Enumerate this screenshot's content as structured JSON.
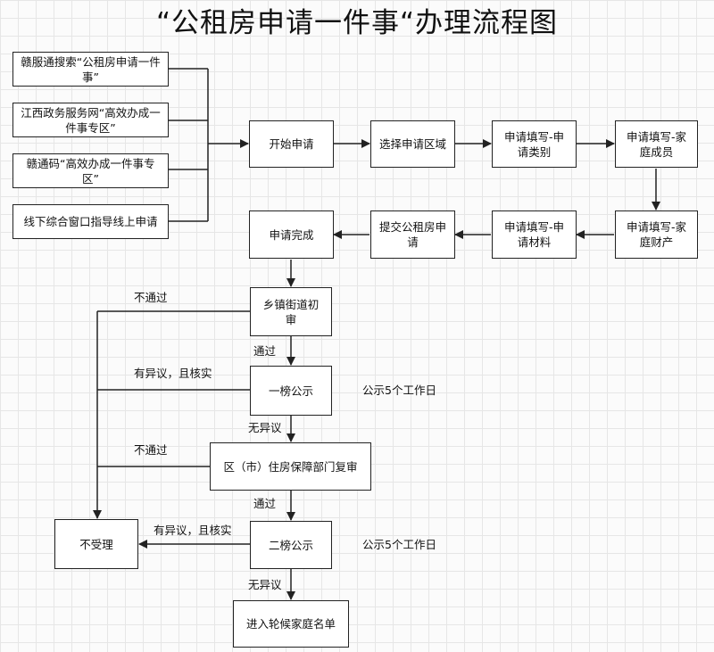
{
  "title": "“公租房申请一件事“办理流程图",
  "nodes": {
    "src_gan_app": "赣服通搜索“公租房申请一件事”",
    "src_jx_gov": "江西政务服务网“高效办成一件事专区”",
    "src_gan_code": "赣通码“高效办成一件事专区”",
    "src_offline": "线下综合窗口指导线上申请",
    "start": "开始申请",
    "select_area": "选择申请区域",
    "fill_category": "申请填写-申请类别",
    "fill_members": "申请填写-家庭成员",
    "fill_property": "申请填写-家庭财产",
    "fill_materials": "申请填写-申请材料",
    "submit": "提交公租房申请",
    "complete": "申请完成",
    "town_review": "乡镇街道初审",
    "first_publicity": "一榜公示",
    "district_review": "区（市）住房保障部门复审",
    "second_publicity": "二榜公示",
    "rejected": "不受理",
    "waitlist": "进入轮候家庭名单"
  },
  "edge_labels": {
    "town_reject": "不通过",
    "town_pass": "通过",
    "first_objection": "有异议，且核实",
    "first_no_objection": "无异议",
    "district_reject": "不通过",
    "district_pass": "通过",
    "second_objection": "有异议，且核实",
    "second_no_objection": "无异议"
  },
  "notes": {
    "first_publicity_days": "公示5个工作日",
    "second_publicity_days": "公示5个工作日"
  }
}
